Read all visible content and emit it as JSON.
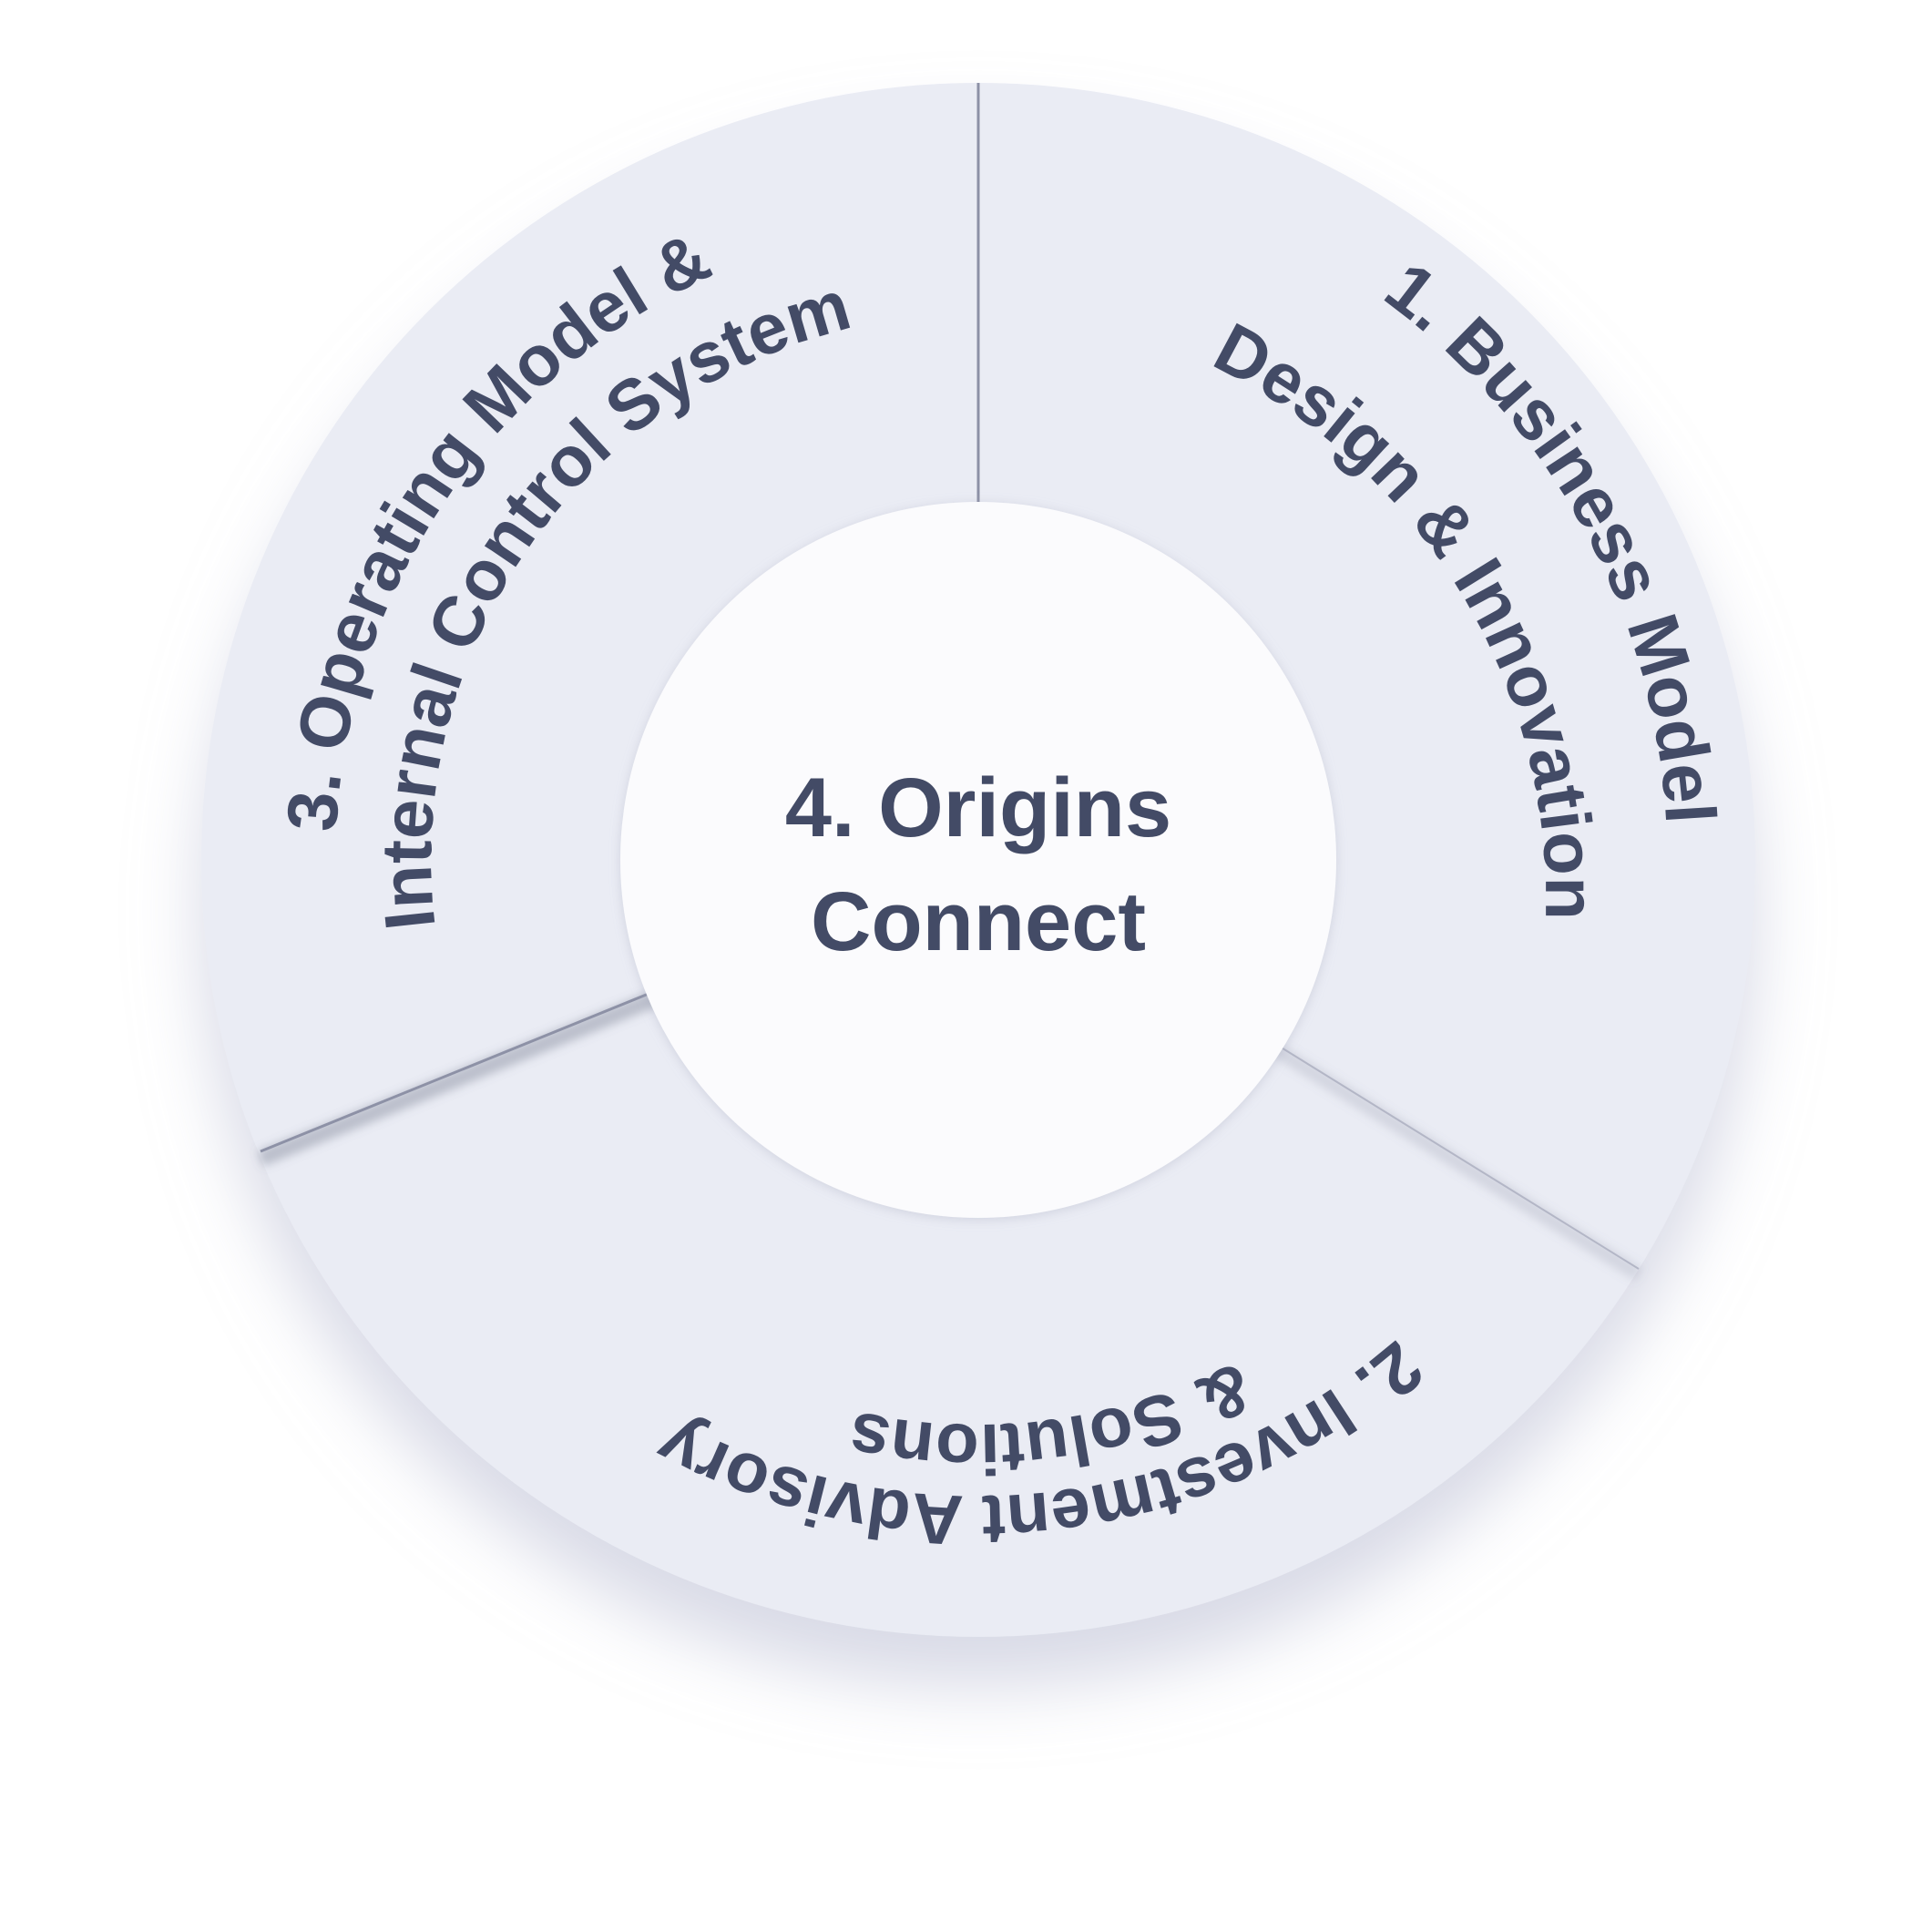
{
  "diagram": {
    "segments": [
      {
        "line1": "1. Business Model",
        "line2": "Design & Innovation"
      },
      {
        "line1": "2. Investment Advisory",
        "line2": "& Solutions"
      },
      {
        "line1": "3. Operating Model &",
        "line2": "Internal Control System"
      }
    ],
    "center": {
      "line1": "4. Origins",
      "line2": "Connect"
    }
  },
  "colors": {
    "ring": "#eaecf4",
    "center_fill": "#fbfbfd",
    "text": "#434b66",
    "divider": "#8d91a6",
    "shadow": "#c9cbdb"
  }
}
